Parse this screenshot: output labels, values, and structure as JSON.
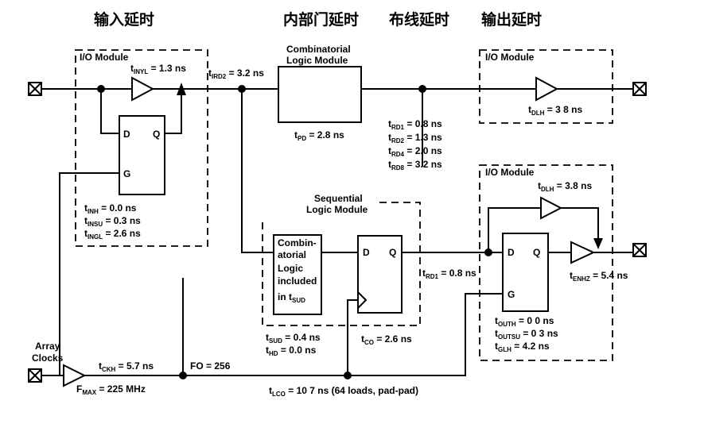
{
  "headings": {
    "input_delay": "输入延时",
    "internal_gate_delay": "内部门延时",
    "routing_delay": "布线延时",
    "output_delay": "输出延时"
  },
  "modules": {
    "io_in": "I/O Module",
    "io_out_top": "I/O Module",
    "io_out_bottom": "I/O Module",
    "combinatorial_line1": "Combinatorial",
    "combinatorial_line2": "Logic Module",
    "sequential_line1": "Sequential",
    "sequential_line2": "Logic Module",
    "comb_included": [
      "Combin-",
      "atorial",
      "Logic",
      "included",
      "in t"
    ],
    "comb_included_sub": "SUD"
  },
  "pins": {
    "d": "D",
    "q": "Q",
    "g": "G"
  },
  "timing": {
    "t_inyl": {
      "t": "t",
      "sub": "INYL",
      "val": " = 1.3 ns"
    },
    "t_ird2": {
      "t": "t",
      "sub": "IRD2",
      "val": " = 3.2 ns"
    },
    "t_pd": {
      "t": "t",
      "sub": "PD",
      "val": " = 2.8 ns"
    },
    "t_dlh_top": {
      "t": "t",
      "sub": "DLH",
      "val": " = 3 8 ns"
    },
    "t_rd1": {
      "t": "t",
      "sub": "RD1",
      "val": " = 0.8 ns"
    },
    "t_rd2": {
      "t": "t",
      "sub": "RD2",
      "val": " =  1.3 ns"
    },
    "t_rd4": {
      "t": "t",
      "sub": "RD4",
      "val": " = 2.0 ns"
    },
    "t_rd8": {
      "t": "t",
      "sub": "RD8",
      "val": " = 3.2 ns"
    },
    "t_inh": {
      "t": "t",
      "sub": "INH",
      "val": " = 0.0 ns"
    },
    "t_insu": {
      "t": "t",
      "sub": "INSU",
      "val": " = 0.3 ns"
    },
    "t_ingl": {
      "t": "t",
      "sub": "INGL",
      "val": " = 2.6 ns"
    },
    "t_dlh_bot": {
      "t": "t",
      "sub": "DLH",
      "val": " = 3.8 ns"
    },
    "t_rd1_mid": {
      "t": "t",
      "sub": "RD1",
      "val": " = 0.8 ns"
    },
    "t_enhz": {
      "t": "t",
      "sub": "ENHZ",
      "val": " = 5.4 ns"
    },
    "t_sud": {
      "t": "t",
      "sub": "SUD",
      "val": " = 0.4 ns"
    },
    "t_hd": {
      "t": "t",
      "sub": "HD",
      "val": " = 0.0 ns"
    },
    "t_co": {
      "t": "t",
      "sub": "CO",
      "val": " = 2.6 ns"
    },
    "t_outh": {
      "t": "t",
      "sub": "OUTH",
      "val": " = 0 0 ns"
    },
    "t_outsu": {
      "t": "t",
      "sub": "OUTSU",
      "val": " = 0 3 ns"
    },
    "t_glh": {
      "t": "t",
      "sub": "GLH",
      "val": " = 4.2 ns"
    },
    "t_ckh": {
      "t": "t",
      "sub": "CKH",
      "val": " = 5.7 ns"
    },
    "f_max": {
      "t": "F",
      "sub": "MAX",
      "val": " = 225 MHz"
    },
    "t_lco": {
      "t": "t",
      "sub": "LCO",
      "val": " = 10 7 ns (64 loads, pad-pad)"
    }
  },
  "fo": "FO = 256",
  "array_clocks": [
    "Array",
    "Clocks"
  ]
}
